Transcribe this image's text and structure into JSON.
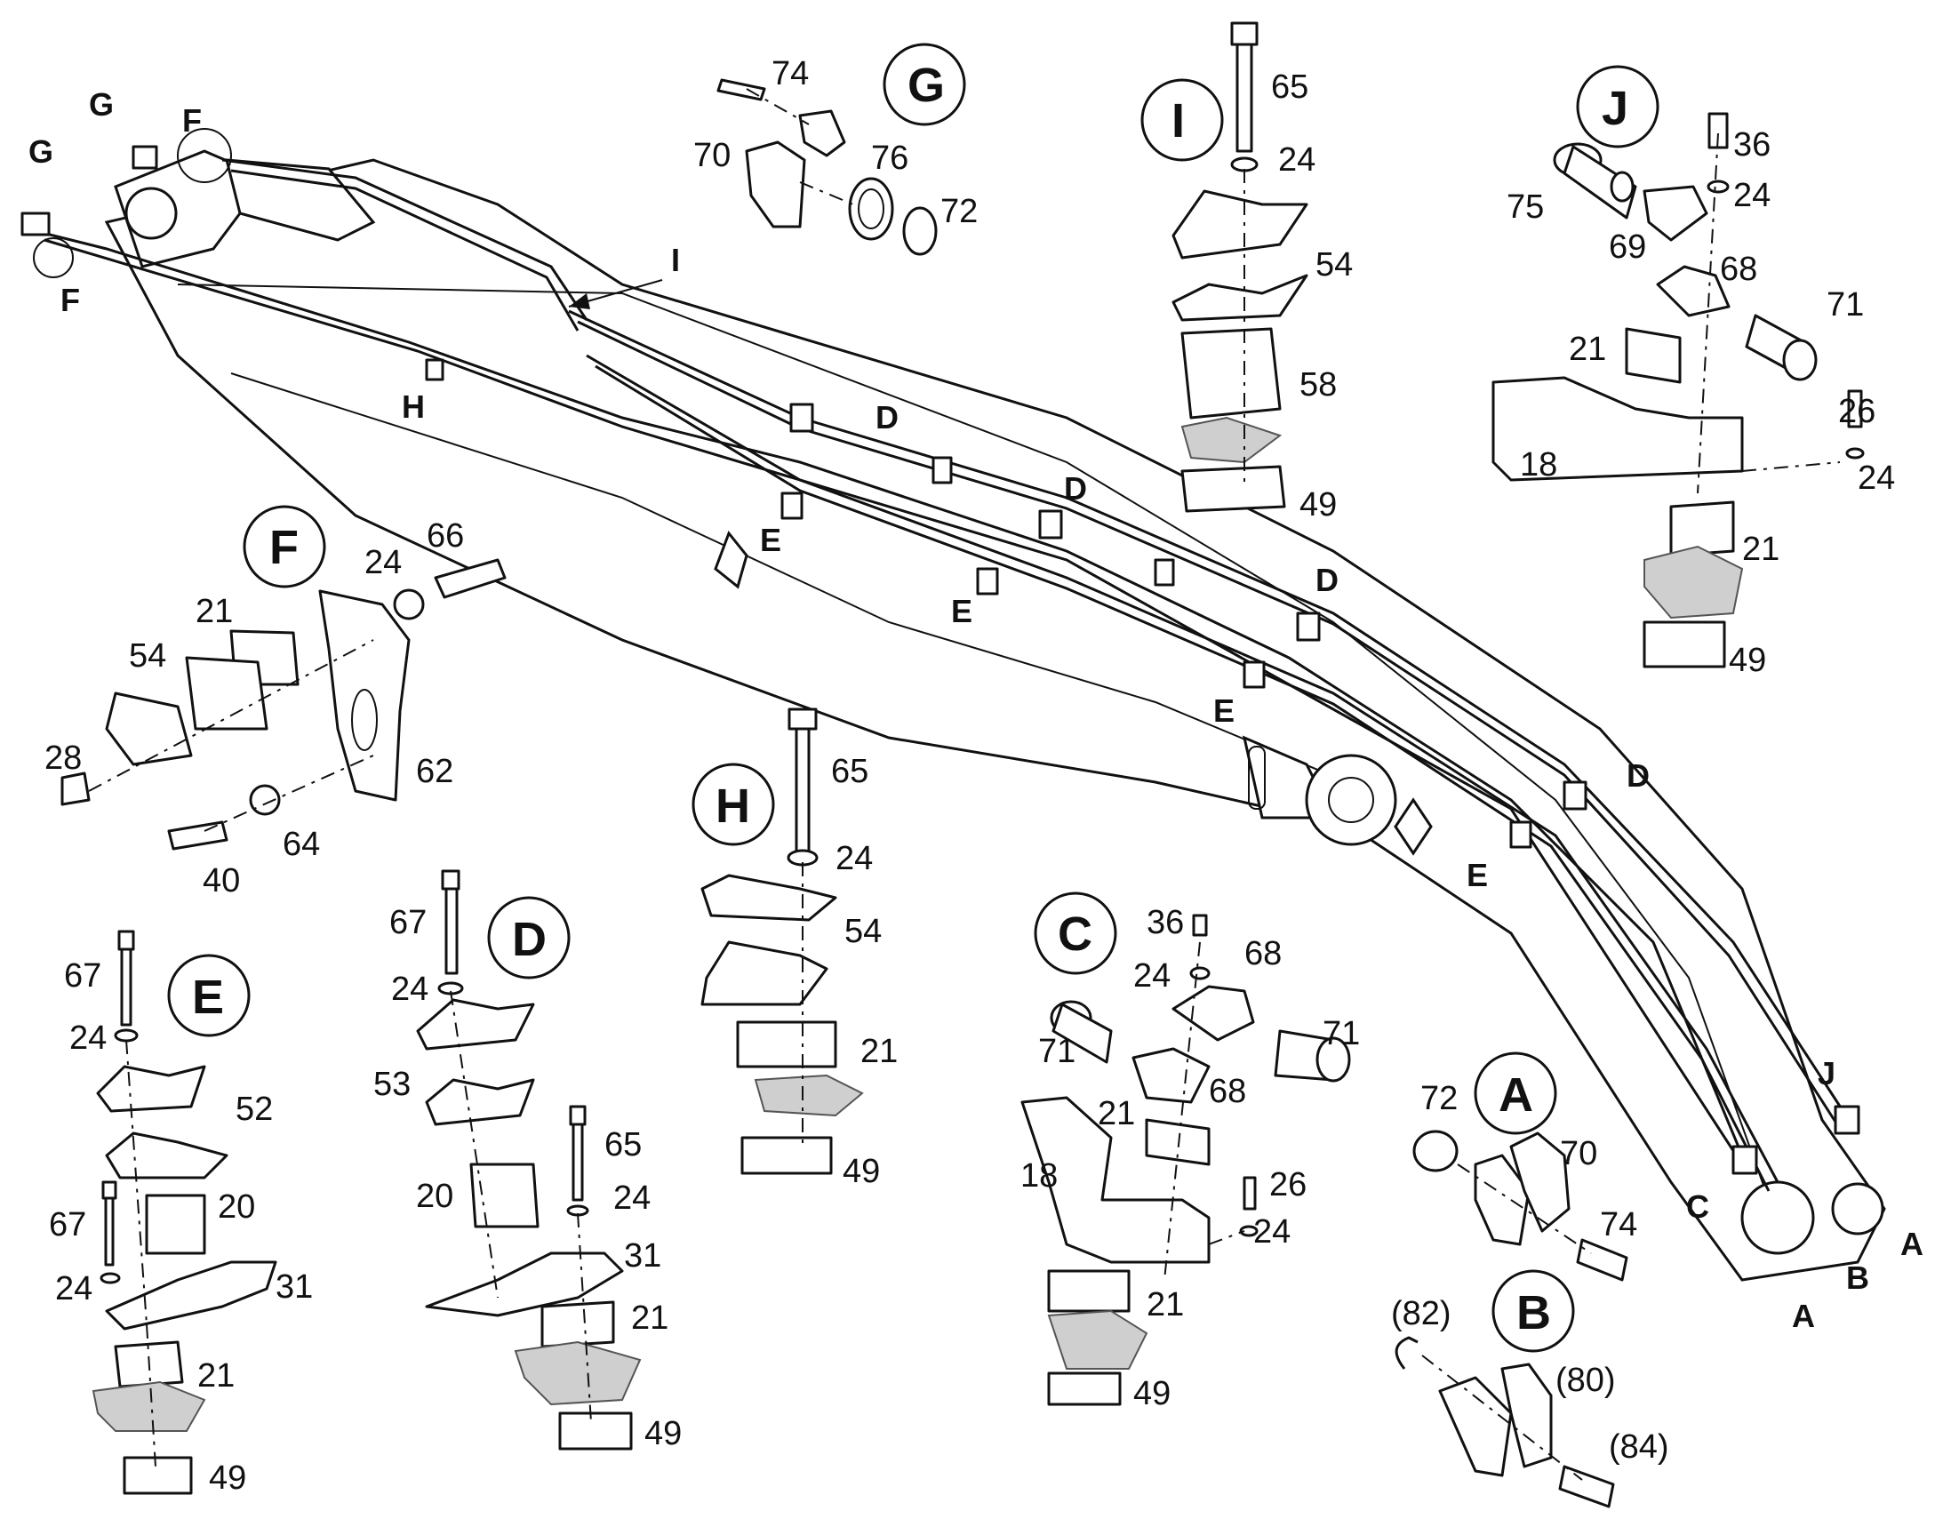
{
  "diagram": {
    "type": "exploded parts diagram",
    "callouts_on_boom": [
      "G",
      "F",
      "G",
      "F",
      "I",
      "H",
      "D",
      "D",
      "D",
      "D",
      "E",
      "E",
      "E",
      "E",
      "J",
      "C",
      "A",
      "B",
      "A"
    ],
    "details": {
      "A": {
        "letter": "A",
        "parts": [
          "72",
          "70",
          "74"
        ]
      },
      "B": {
        "letter": "B",
        "parts": [
          "(82)",
          "(80)",
          "(84)"
        ]
      },
      "C": {
        "letter": "C",
        "parts": [
          "36",
          "24",
          "68",
          "71",
          "71",
          "68",
          "21",
          "18",
          "26",
          "24",
          "21",
          "49"
        ]
      },
      "D": {
        "letter": "D",
        "parts": [
          "67",
          "24",
          "53",
          "20",
          "65",
          "24",
          "31",
          "21",
          "49"
        ]
      },
      "E": {
        "letter": "E",
        "parts": [
          "67",
          "24",
          "52",
          "20",
          "67",
          "24",
          "31",
          "21",
          "49"
        ]
      },
      "F": {
        "letter": "F",
        "parts": [
          "24",
          "66",
          "21",
          "54",
          "28",
          "62",
          "40",
          "64"
        ]
      },
      "G": {
        "letter": "G",
        "parts": [
          "74",
          "70",
          "76",
          "72"
        ]
      },
      "H": {
        "letter": "H",
        "parts": [
          "65",
          "24",
          "54",
          "21",
          "49"
        ]
      },
      "I": {
        "letter": "I",
        "parts": [
          "65",
          "24",
          "54",
          "58",
          "49"
        ]
      },
      "J": {
        "letter": "J",
        "parts": [
          "36",
          "75",
          "24",
          "69",
          "68",
          "71",
          "21",
          "26",
          "18",
          "24",
          "21",
          "49"
        ]
      }
    }
  }
}
